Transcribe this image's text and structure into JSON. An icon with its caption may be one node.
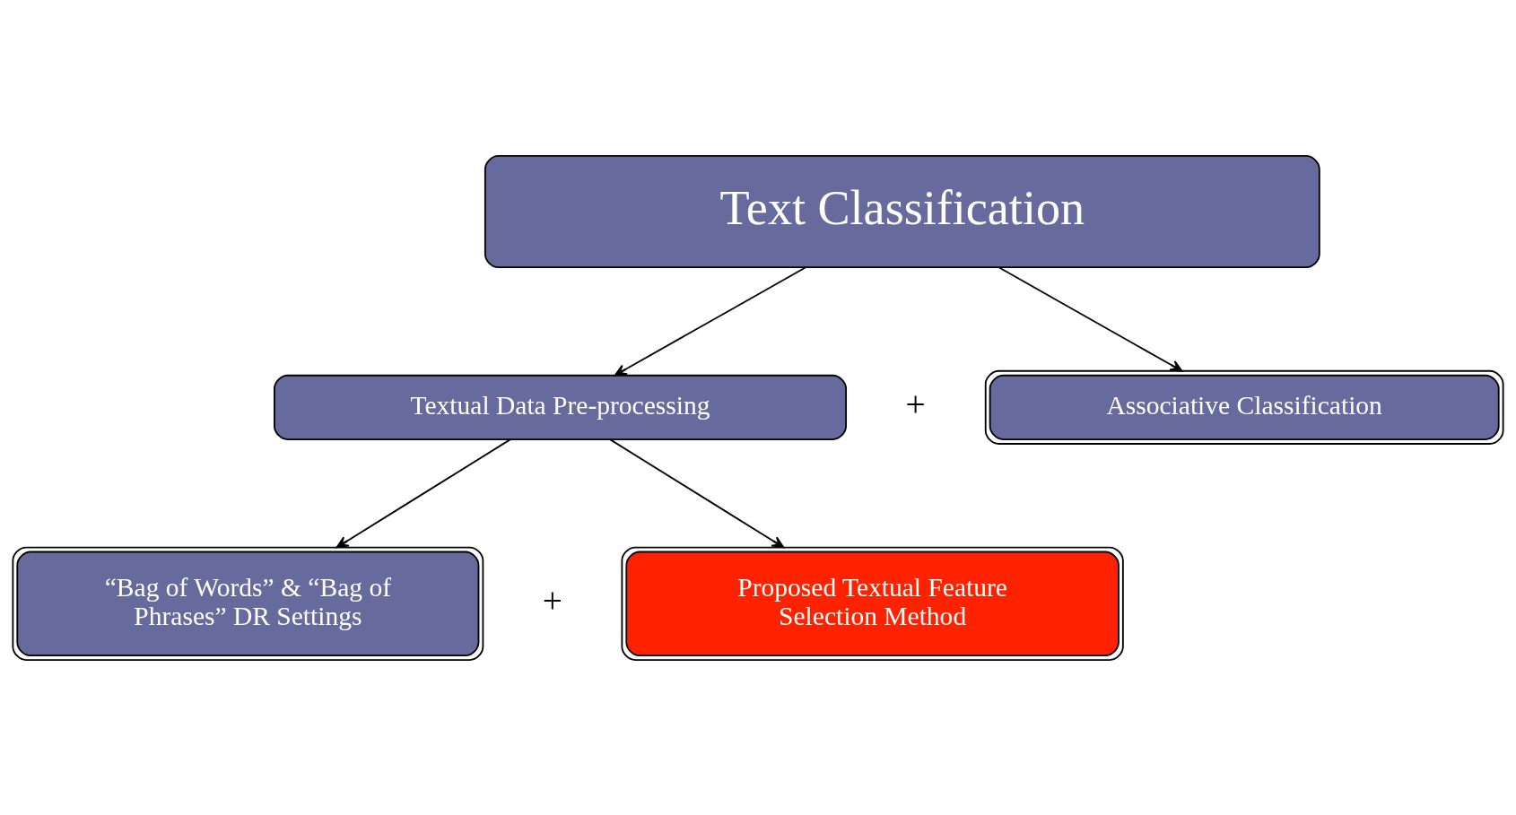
{
  "diagram": {
    "nodes": [
      {
        "text": [
          "Text Classification"
        ]
      },
      {
        "text": [
          "Textual Data Pre-processing"
        ]
      },
      {
        "text": [
          "Associative Classification"
        ]
      },
      {
        "text": [
          "“Bag of Words” & “Bag of Phrases” DR Settings"
        ]
      },
      {
        "text": [
          "Proposed Textual Feature Selection Method"
        ]
      }
    ],
    "edges": [
      {
        "from": 0,
        "to": 1,
        "arrow": "to"
      },
      {
        "from": 0,
        "to": 2,
        "arrow": "to"
      },
      {
        "from": 1,
        "to": 3,
        "arrow": "to"
      },
      {
        "from": 1,
        "to": 4,
        "arrow": "to"
      }
    ],
    "labels": [
      "+",
      "+"
    ]
  }
}
